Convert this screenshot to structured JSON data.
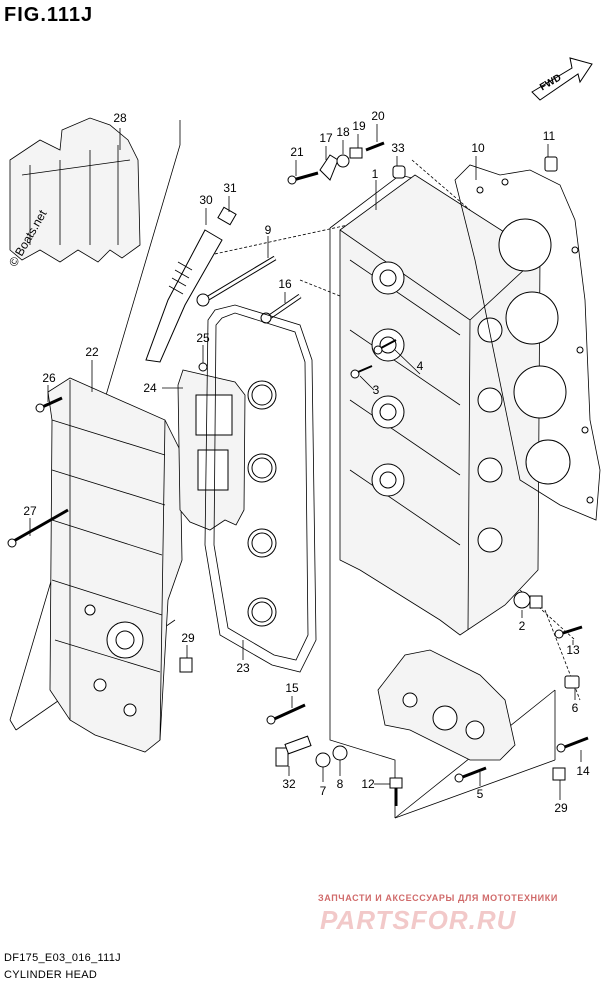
{
  "figure": {
    "title": "FIG.111J",
    "code": "DF175_E03_016_111J",
    "caption": "CYLINDER HEAD",
    "direction_badge": "FWD"
  },
  "watermarks": {
    "site": "© Boats.net",
    "ru_banner": "ЗАПЧАСТИ И АКСЕССУАРЫ ДЛЯ МОТОТЕХНИКИ",
    "ru_logo": "PARTSFOR.RU"
  },
  "callouts": [
    {
      "id": "c1",
      "label": "1"
    },
    {
      "id": "c2",
      "label": "2"
    },
    {
      "id": "c3",
      "label": "3"
    },
    {
      "id": "c4",
      "label": "4"
    },
    {
      "id": "c5",
      "label": "5"
    },
    {
      "id": "c6",
      "label": "6"
    },
    {
      "id": "c7",
      "label": "7"
    },
    {
      "id": "c8",
      "label": "8"
    },
    {
      "id": "c9",
      "label": "9"
    },
    {
      "id": "c10",
      "label": "10"
    },
    {
      "id": "c11",
      "label": "11"
    },
    {
      "id": "c12",
      "label": "12"
    },
    {
      "id": "c13",
      "label": "13"
    },
    {
      "id": "c14",
      "label": "14"
    },
    {
      "id": "c15",
      "label": "15"
    },
    {
      "id": "c16",
      "label": "16"
    },
    {
      "id": "c17",
      "label": "17"
    },
    {
      "id": "c18",
      "label": "18"
    },
    {
      "id": "c19",
      "label": "19"
    },
    {
      "id": "c20",
      "label": "20"
    },
    {
      "id": "c21",
      "label": "21"
    },
    {
      "id": "c22",
      "label": "22"
    },
    {
      "id": "c23",
      "label": "23"
    },
    {
      "id": "c24",
      "label": "24"
    },
    {
      "id": "c25",
      "label": "25"
    },
    {
      "id": "c26",
      "label": "26"
    },
    {
      "id": "c27",
      "label": "27"
    },
    {
      "id": "c28",
      "label": "28"
    },
    {
      "id": "c29a",
      "label": "29"
    },
    {
      "id": "c29b",
      "label": "29"
    },
    {
      "id": "c30",
      "label": "30"
    },
    {
      "id": "c31",
      "label": "31"
    },
    {
      "id": "c32",
      "label": "32"
    },
    {
      "id": "c33",
      "label": "33"
    }
  ]
}
